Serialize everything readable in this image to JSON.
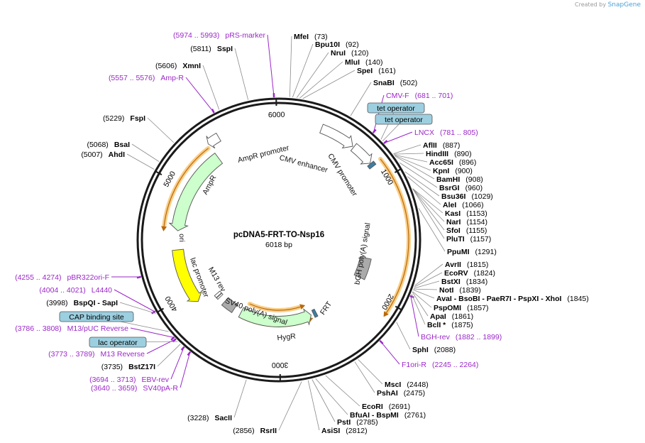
{
  "credit": {
    "prefix": "Created by",
    "brand": "SnapGene"
  },
  "plasmid": {
    "name": "pcDNA5-FRT-TO-Nsp16",
    "size": "6018 bp",
    "length": 6018
  },
  "ticks": [
    {
      "label": "1000",
      "pos": 1000
    },
    {
      "label": "2000",
      "pos": 2000
    },
    {
      "label": "3000",
      "pos": 3000
    },
    {
      "label": "4000",
      "pos": 4000
    },
    {
      "label": "5000",
      "pos": 5000
    },
    {
      "label": "6000",
      "pos": 6000
    }
  ],
  "features": [
    {
      "name": "AmpR promoter",
      "start": 5510,
      "end": 5410,
      "shape": "arrow",
      "color": "#ffffff",
      "strand": -1,
      "radius": 168,
      "width": 13
    },
    {
      "name": "AmpR",
      "start": 5410,
      "end": 4600,
      "shape": "arrow",
      "color": "#ccffcc",
      "strand": -1,
      "radius": 143,
      "width": 18
    },
    {
      "name": "ori",
      "start": 4420,
      "end": 3890,
      "shape": "arrow",
      "color": "#ffff00",
      "strand": -1,
      "radius": 143,
      "width": 16
    },
    {
      "name": "lac promoter",
      "start": 3830,
      "end": 3800,
      "shape": "box",
      "color": "#ffffff",
      "strand": -1,
      "radius": 115,
      "width": 10
    },
    {
      "name": "M13 rev",
      "start": 3795,
      "end": 3775,
      "shape": "box",
      "color": "#ffffff",
      "strand": -1,
      "radius": 115,
      "width": 10
    },
    {
      "name": "SV40 poly(A) signal",
      "start": 3700,
      "end": 3560,
      "shape": "box",
      "color": "#aaaaaa",
      "strand": 0,
      "radius": 115,
      "width": 14
    },
    {
      "name": "HygR",
      "start": 3470,
      "end": 2620,
      "shape": "arrow",
      "color": "#ccffcc",
      "strand": -1,
      "radius": 115,
      "width": 15
    },
    {
      "name": "FRT",
      "start": 2590,
      "end": 2555,
      "shape": "box",
      "color": "#3a7fa6",
      "strand": 0,
      "radius": 115,
      "width": 11
    },
    {
      "name": "bGH poly(A) signal",
      "start": 1920,
      "end": 1700,
      "shape": "box",
      "color": "#aaaaaa",
      "strand": 0,
      "radius": 125,
      "width": 16
    },
    {
      "name": "CMV enhancer",
      "start": 350,
      "end": 640,
      "shape": "arrow",
      "color": "#ffffff",
      "strand": 1,
      "radius": 168,
      "width": 13
    },
    {
      "name": "CMV promoter",
      "start": 650,
      "end": 835,
      "shape": "arrow",
      "color": "#ffffff",
      "strand": 1,
      "radius": 168,
      "width": 13
    },
    {
      "name": "tet operator",
      "start": 840,
      "end": 870,
      "shape": "box",
      "color": "#3a7fa6",
      "strand": 0,
      "radius": 168,
      "width": 11
    }
  ],
  "orfs": [
    {
      "start": 860,
      "end": 2080,
      "radius": 183
    },
    {
      "start": 3430,
      "end": 2660,
      "radius": 120
    },
    {
      "start": 3420,
      "end": 2700,
      "radius": 99
    },
    {
      "start": 5390,
      "end": 4620,
      "radius": 163
    }
  ],
  "primer_marks": [
    {
      "pos": 5985
    },
    {
      "pos": 5566
    },
    {
      "pos": 691
    },
    {
      "pos": 793
    },
    {
      "pos": 1890
    },
    {
      "pos": 2255
    },
    {
      "pos": 4264
    },
    {
      "pos": 4012
    },
    {
      "pos": 3797
    },
    {
      "pos": 3781
    },
    {
      "pos": 3703
    },
    {
      "pos": 3650
    }
  ],
  "labels": [
    {
      "kind": "site",
      "name": "MfeI",
      "coord": "(73)",
      "pos": 73
    },
    {
      "kind": "site",
      "name": "Bpu10I",
      "coord": "(92)",
      "pos": 92
    },
    {
      "kind": "site",
      "name": "NruI",
      "coord": "(120)",
      "pos": 120
    },
    {
      "kind": "site",
      "name": "MluI",
      "coord": "(140)",
      "pos": 140
    },
    {
      "kind": "site",
      "name": "SpeI",
      "coord": "(161)",
      "pos": 161
    },
    {
      "kind": "site",
      "name": "SnaBI",
      "coord": "(502)",
      "pos": 502
    },
    {
      "kind": "primer",
      "name": "CMV-F",
      "coord": "(681 .. 701)",
      "pos": 691
    },
    {
      "kind": "box",
      "name": "tet operator",
      "coord": "",
      "pos": 760
    },
    {
      "kind": "box",
      "name": "tet operator",
      "coord": "",
      "pos": 775
    },
    {
      "kind": "primer",
      "name": "LNCX",
      "coord": "(781 .. 805)",
      "pos": 793
    },
    {
      "kind": "site",
      "name": "AflII",
      "coord": "(887)",
      "pos": 887
    },
    {
      "kind": "site",
      "name": "HindIII",
      "coord": "(890)",
      "pos": 890
    },
    {
      "kind": "site",
      "name": "Acc65I",
      "coord": "(896)",
      "pos": 896
    },
    {
      "kind": "site",
      "name": "KpnI",
      "coord": "(900)",
      "pos": 900
    },
    {
      "kind": "site",
      "name": "BamHI",
      "coord": "(908)",
      "pos": 908
    },
    {
      "kind": "site",
      "name": "BsrGI",
      "coord": "(960)",
      "pos": 960
    },
    {
      "kind": "site",
      "name": "Bsu36I",
      "coord": "(1029)",
      "pos": 1029
    },
    {
      "kind": "site",
      "name": "AleI",
      "coord": "(1066)",
      "pos": 1066
    },
    {
      "kind": "site",
      "name": "KasI",
      "coord": "(1153)",
      "pos": 1153
    },
    {
      "kind": "site",
      "name": "NarI",
      "coord": "(1154)",
      "pos": 1154
    },
    {
      "kind": "site",
      "name": "SfoI",
      "coord": "(1155)",
      "pos": 1155
    },
    {
      "kind": "site",
      "name": "PluTI",
      "coord": "(1157)",
      "pos": 1157
    },
    {
      "kind": "site",
      "name": "PpuMI",
      "coord": "(1291)",
      "pos": 1291
    },
    {
      "kind": "site",
      "name": "AvrII",
      "coord": "(1815)",
      "pos": 1815
    },
    {
      "kind": "site",
      "name": "EcoRV",
      "coord": "(1824)",
      "pos": 1824
    },
    {
      "kind": "site",
      "name": "BstXI",
      "coord": "(1834)",
      "pos": 1834
    },
    {
      "kind": "site",
      "name": "NotI",
      "coord": "(1839)",
      "pos": 1839
    },
    {
      "kind": "multi",
      "name": "AvaI  - BsoBI  - PaeR7I  - PspXI  - XhoI",
      "coord": "(1845)",
      "pos": 1845
    },
    {
      "kind": "site",
      "name": "PspOMI",
      "coord": "(1857)",
      "pos": 1857
    },
    {
      "kind": "site",
      "name": "ApaI",
      "coord": "(1861)",
      "pos": 1861
    },
    {
      "kind": "site",
      "name": "BclI *",
      "coord": "(1875)",
      "pos": 1875
    },
    {
      "kind": "primer",
      "name": "BGH-rev",
      "coord": "(1882 .. 1899)",
      "pos": 1890
    },
    {
      "kind": "site",
      "name": "SphI",
      "coord": "(2088)",
      "pos": 2088
    },
    {
      "kind": "primer",
      "name": "F1ori-R",
      "coord": "(2245 .. 2264)",
      "pos": 2255
    },
    {
      "kind": "site",
      "name": "MscI",
      "coord": "(2448)",
      "pos": 2448
    },
    {
      "kind": "site",
      "name": "PshAI",
      "coord": "(2475)",
      "pos": 2475
    },
    {
      "kind": "site",
      "name": "EcoRI",
      "coord": "(2691)",
      "pos": 2691
    },
    {
      "kind": "multi",
      "name": "BfuAI  - BspMI",
      "coord": "(2761)",
      "pos": 2761
    },
    {
      "kind": "site",
      "name": "PstI",
      "coord": "(2785)",
      "pos": 2785
    },
    {
      "kind": "site",
      "name": "AsiSI",
      "coord": "(2812)",
      "pos": 2812
    },
    {
      "kind": "site",
      "name": "RsrII",
      "coord": "(2856)",
      "pos": 2856
    },
    {
      "kind": "site",
      "name": "SacII",
      "coord": "(3228)",
      "pos": 3228
    },
    {
      "kind": "primer",
      "name": "SV40pA-R",
      "coord": "(3640 .. 3659)",
      "pos": 3650
    },
    {
      "kind": "primer",
      "name": "EBV-rev",
      "coord": "(3694 .. 3713)",
      "pos": 3703
    },
    {
      "kind": "site",
      "name": "BstZ17I",
      "coord": "(3735)",
      "pos": 3735
    },
    {
      "kind": "primer",
      "name": "M13 Reverse",
      "coord": "(3773 .. 3789)",
      "pos": 3781
    },
    {
      "kind": "box",
      "name": "lac operator",
      "coord": "",
      "pos": 3760
    },
    {
      "kind": "primer",
      "name": "M13/pUC Reverse",
      "coord": "(3786 .. 3808)",
      "pos": 3797
    },
    {
      "kind": "box",
      "name": "CAP binding site",
      "coord": "",
      "pos": 3850
    },
    {
      "kind": "multi",
      "name": "BspQI  - SapI",
      "coord": "(3998)",
      "pos": 3998
    },
    {
      "kind": "primer",
      "name": "L4440",
      "coord": "(4004 .. 4021)",
      "pos": 4012
    },
    {
      "kind": "primer",
      "name": "pBR322ori-F",
      "coord": "(4255 .. 4274)",
      "pos": 4264
    },
    {
      "kind": "site",
      "name": "AhdI",
      "coord": "(5007)",
      "pos": 5007
    },
    {
      "kind": "site",
      "name": "BsaI",
      "coord": "(5068)",
      "pos": 5068
    },
    {
      "kind": "site",
      "name": "FspI",
      "coord": "(5229)",
      "pos": 5229
    },
    {
      "kind": "primer",
      "name": "Amp-R",
      "coord": "(5557 .. 5576)",
      "pos": 5566
    },
    {
      "kind": "site",
      "name": "XmnI",
      "coord": "(5606)",
      "pos": 5606
    },
    {
      "kind": "site",
      "name": "SspI",
      "coord": "(5811)",
      "pos": 5811
    },
    {
      "kind": "primer",
      "name": "pRS-marker",
      "coord": "(5974 .. 5993)",
      "pos": 5985
    }
  ],
  "colors": {
    "backbone": "#1a1a1a",
    "primer": "#9b27c9",
    "orf": "#f5a623",
    "operator_box": "#9ccfe0"
  }
}
